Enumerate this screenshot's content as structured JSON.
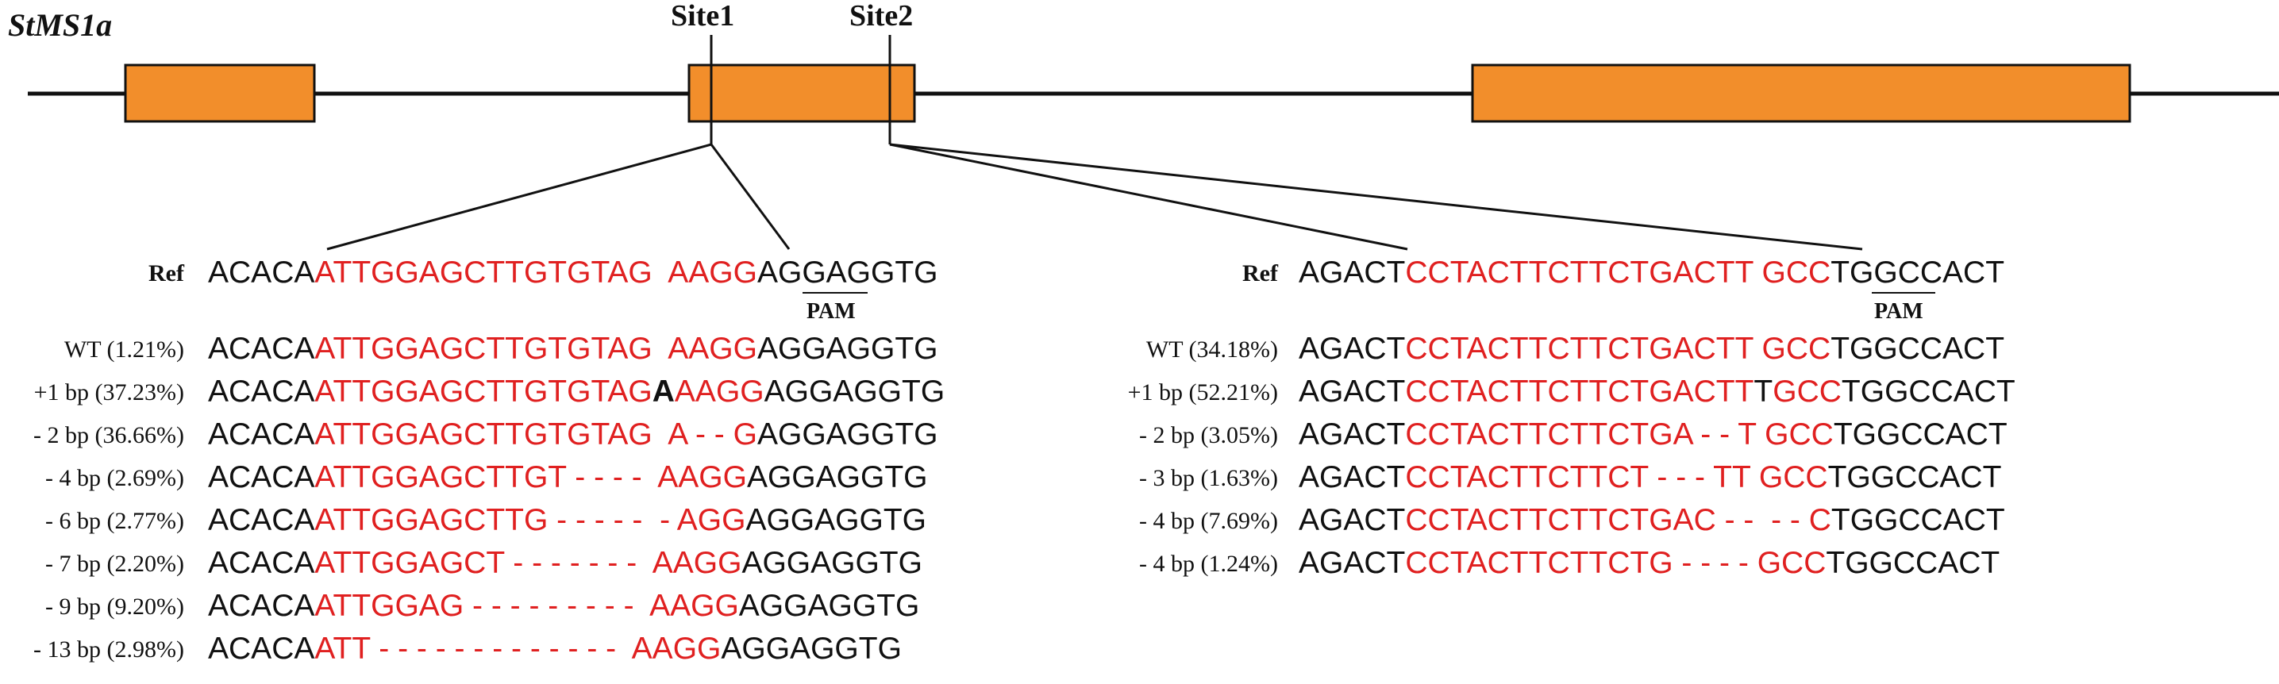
{
  "gene_name": "StMS1a",
  "sites": [
    "Site1",
    "Site2"
  ],
  "colors": {
    "exon": "#f28e2b",
    "target": "#e02020",
    "text": "#111111"
  },
  "pam_label": "PAM",
  "panel1": {
    "ref": {
      "label": "Ref",
      "segments": [
        [
          "k",
          "ACACA"
        ],
        [
          "r",
          "ATTGGAGCTTGTGTAG"
        ],
        [
          "k",
          "  "
        ],
        [
          "r",
          "AAGG"
        ],
        [
          "k",
          "AGGAGGTG"
        ]
      ]
    },
    "rows": [
      {
        "label": "WT (1.21%)",
        "segments": [
          [
            "k",
            "ACACA"
          ],
          [
            "r",
            "ATTGGAGCTTGTGTAG"
          ],
          [
            "k",
            "  "
          ],
          [
            "r",
            "AAGG"
          ],
          [
            "k",
            "AGGAGGTG"
          ]
        ]
      },
      {
        "label": "+1 bp (37.23%)",
        "segments": [
          [
            "k",
            "ACACA"
          ],
          [
            "r",
            "ATTGGAGCTTGTGTAG"
          ],
          [
            "b",
            "A"
          ],
          [
            "r",
            "AAGG"
          ],
          [
            "k",
            "AGGAGGTG"
          ]
        ]
      },
      {
        "label": "- 2 bp (36.66%)",
        "segments": [
          [
            "k",
            "ACACA"
          ],
          [
            "r",
            "ATTGGAGCTTGTGTAG"
          ],
          [
            "k",
            "  "
          ],
          [
            "r",
            "A - - G"
          ],
          [
            "k",
            "AGGAGGTG"
          ]
        ]
      },
      {
        "label": "- 4 bp (2.69%)",
        "segments": [
          [
            "k",
            "ACACA"
          ],
          [
            "r",
            "ATTGGAGCTTGT - - - -"
          ],
          [
            "k",
            "  "
          ],
          [
            "r",
            "AAGG"
          ],
          [
            "k",
            "AGGAGGTG"
          ]
        ]
      },
      {
        "label": "- 6 bp (2.77%)",
        "segments": [
          [
            "k",
            "ACACA"
          ],
          [
            "r",
            "ATTGGAGCTTG - - - - -"
          ],
          [
            "k",
            "  "
          ],
          [
            "r",
            "- AGG"
          ],
          [
            "k",
            "AGGAGGTG"
          ]
        ]
      },
      {
        "label": "- 7 bp (2.20%)",
        "segments": [
          [
            "k",
            "ACACA"
          ],
          [
            "r",
            "ATTGGAGCT - - - - - - -"
          ],
          [
            "k",
            "  "
          ],
          [
            "r",
            "AAGG"
          ],
          [
            "k",
            "AGGAGGTG"
          ]
        ]
      },
      {
        "label": "- 9 bp (9.20%)",
        "segments": [
          [
            "k",
            "ACACA"
          ],
          [
            "r",
            "ATTGGAG - - - - - - - - -"
          ],
          [
            "k",
            "  "
          ],
          [
            "r",
            "AAGG"
          ],
          [
            "k",
            "AGGAGGTG"
          ]
        ]
      },
      {
        "label": "- 13 bp (2.98%)",
        "segments": [
          [
            "k",
            "ACACA"
          ],
          [
            "r",
            "ATT - - - - - - - - - - - - -"
          ],
          [
            "k",
            "  "
          ],
          [
            "r",
            "AAGG"
          ],
          [
            "k",
            "AGGAGGTG"
          ]
        ]
      }
    ]
  },
  "panel2": {
    "ref": {
      "label": "Ref",
      "segments": [
        [
          "k",
          "AGACT"
        ],
        [
          "r",
          "CCTACTTCTTCTGACTT"
        ],
        [
          "k",
          " "
        ],
        [
          "r",
          "GCC"
        ],
        [
          "k",
          "TGGCCACT"
        ]
      ]
    },
    "rows": [
      {
        "label": "WT (34.18%)",
        "segments": [
          [
            "k",
            "AGACT"
          ],
          [
            "r",
            "CCTACTTCTTCTGACTT"
          ],
          [
            "k",
            " "
          ],
          [
            "r",
            "GCC"
          ],
          [
            "k",
            "TGGCCACT"
          ]
        ]
      },
      {
        "label": "+1 bp (52.21%)",
        "segments": [
          [
            "k",
            "AGACT"
          ],
          [
            "r",
            "CCTACTTCTTCTGACTT"
          ],
          [
            "k",
            "T"
          ],
          [
            "r",
            "GCC"
          ],
          [
            "k",
            "TGGCCACT"
          ]
        ]
      },
      {
        "label": "- 2 bp (3.05%)",
        "segments": [
          [
            "k",
            "AGACT"
          ],
          [
            "r",
            "CCTACTTCTTCTGA - - T"
          ],
          [
            "k",
            " "
          ],
          [
            "r",
            "GCC"
          ],
          [
            "k",
            "TGGCCACT"
          ]
        ]
      },
      {
        "label": "- 3 bp (1.63%)",
        "segments": [
          [
            "k",
            "AGACT"
          ],
          [
            "r",
            "CCTACTTCTTCT - - - TT"
          ],
          [
            "k",
            " "
          ],
          [
            "r",
            "GCC"
          ],
          [
            "k",
            "TGGCCACT"
          ]
        ]
      },
      {
        "label": "- 4 bp (7.69%)",
        "segments": [
          [
            "k",
            "AGACT"
          ],
          [
            "r",
            "CCTACTTCTTCTGAC - -"
          ],
          [
            "k",
            "  "
          ],
          [
            "r",
            "- - C"
          ],
          [
            "k",
            "TGGCCACT"
          ]
        ]
      },
      {
        "label": "- 4 bp (1.24%)",
        "segments": [
          [
            "k",
            "AGACT"
          ],
          [
            "r",
            "CCTACTTCTTCTG - - - -"
          ],
          [
            "k",
            " "
          ],
          [
            "r",
            "GCC"
          ],
          [
            "k",
            "TGGCCACT"
          ]
        ]
      }
    ]
  }
}
